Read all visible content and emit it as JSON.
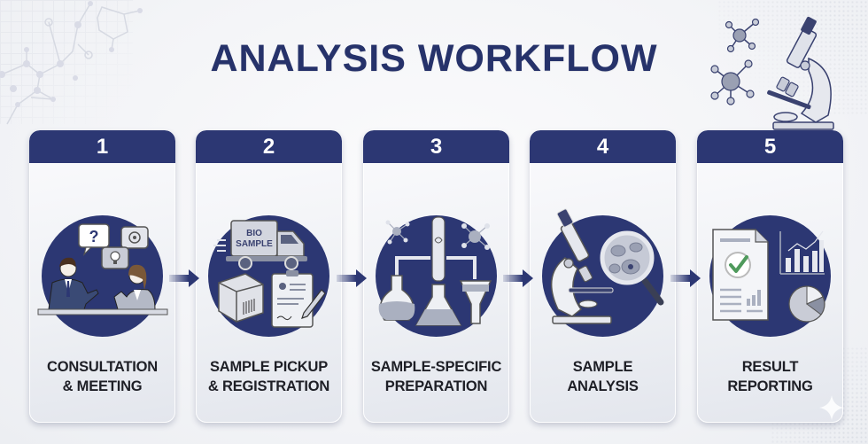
{
  "title": "ANALYSIS WORKFLOW",
  "colors": {
    "primary": "#2c3773",
    "label_text": "#1e1f26",
    "card_bg": "#eef0f4",
    "check_green": "#4f9a5c",
    "icon_gray": "#c9ccd6"
  },
  "steps": [
    {
      "number": "1",
      "label_line1": "CONSULTATION",
      "label_line2": "& MEETING",
      "icon": "consultation-meeting-icon"
    },
    {
      "number": "2",
      "label_line1": "SAMPLE PICKUP",
      "label_line2": "& REGISTRATION",
      "icon": "sample-pickup-truck-icon",
      "truck_text_1": "BIO",
      "truck_text_2": "SAMPLE"
    },
    {
      "number": "3",
      "label_line1": "SAMPLE-SPECIFIC",
      "label_line2": "PREPARATION",
      "icon": "lab-glassware-icon"
    },
    {
      "number": "4",
      "label_line1": "SAMPLE",
      "label_line2": "ANALYSIS",
      "icon": "microscope-magnifier-icon"
    },
    {
      "number": "5",
      "label_line1": "RESULT",
      "label_line2": "REPORTING",
      "icon": "report-charts-icon"
    }
  ],
  "connectors": [
    "arrow-right",
    "arrow-right",
    "arrow-right",
    "arrow-right"
  ],
  "decorations": [
    "molecule-pattern",
    "microscope-illustration",
    "grid-pattern",
    "dot-pattern"
  ]
}
